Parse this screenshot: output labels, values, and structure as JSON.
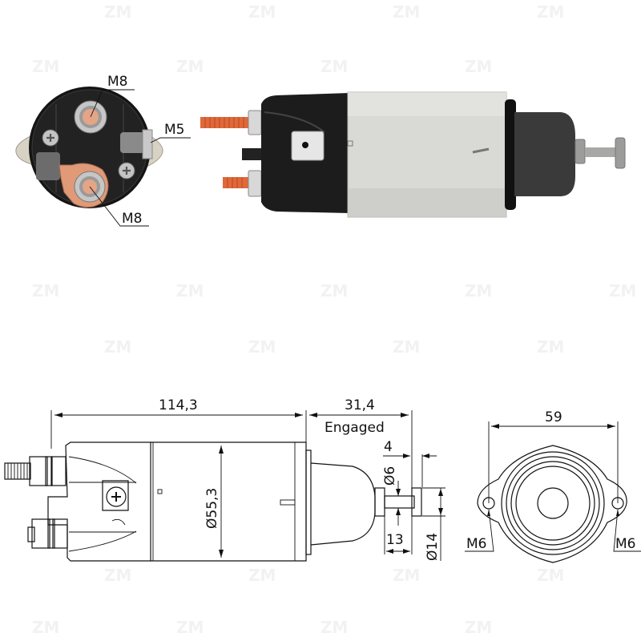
{
  "watermark": {
    "text": "ZM",
    "color": "#f2f2f2"
  },
  "photo_end_view": {
    "labels": {
      "top_terminal": "M8",
      "small_terminal": "M5",
      "bottom_terminal": "M8"
    },
    "colors": {
      "housing": "#1a1a1a",
      "copper": "#e49a78",
      "zinc": "#c8c8c8",
      "bracket": "#d8d2c4"
    }
  },
  "photo_side_view": {
    "colors": {
      "cap": "#1c1c1c",
      "body": "#d9d9d6",
      "plunger_boot": "#333333",
      "plunger": "#9a9a98",
      "studs": "#e0683a"
    }
  },
  "drawing_side_view": {
    "dimensions": {
      "overall_length": "114,3",
      "plunger_travel": "31,4",
      "plunger_state": "Engaged",
      "body_diameter": "Ø55,3",
      "head_width": "4",
      "shaft_diameter": "Ø6",
      "shaft_length": "13",
      "head_diameter": "Ø14"
    }
  },
  "drawing_front_view": {
    "dimensions": {
      "hole_spacing": "59",
      "left_hole": "M6",
      "right_hole": "M6"
    }
  }
}
